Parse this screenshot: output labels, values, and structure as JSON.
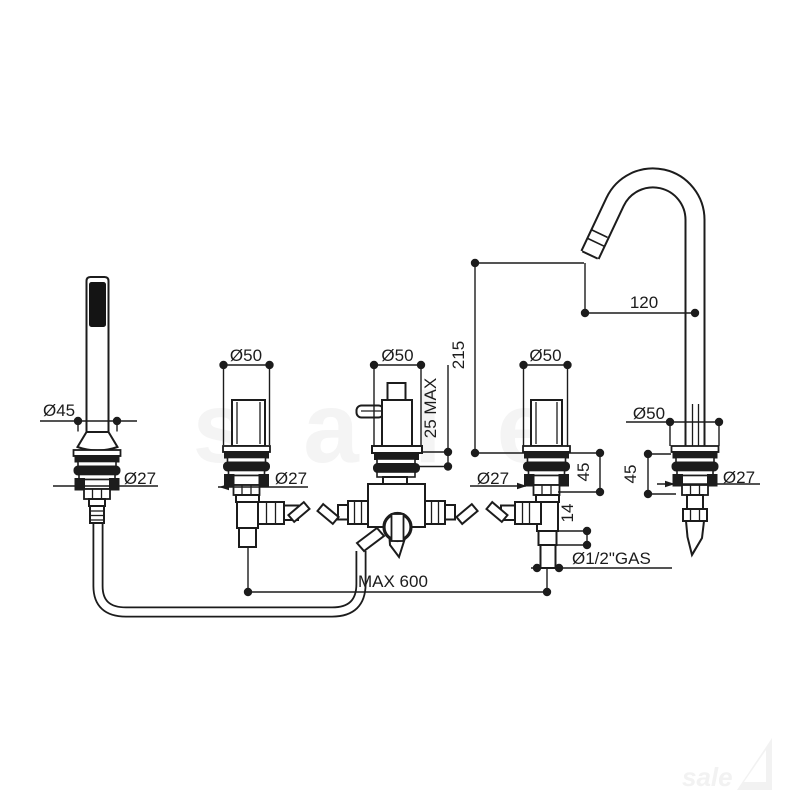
{
  "drawing": {
    "hand_shower": {
      "head_dia": "Ø45",
      "base_dia": "Ø27"
    },
    "left_valve": {
      "top_dia": "Ø50",
      "base_dia": "Ø27"
    },
    "diverter": {
      "top_dia": "Ø50",
      "deck_max": "25 MAX",
      "spout_height": "215"
    },
    "right_valve": {
      "top_dia": "Ø50",
      "base_dia": "Ø27",
      "under_deck": "45",
      "inlet_offset": "14",
      "thread": "Ø1/2\"GAS"
    },
    "spout": {
      "reach": "120",
      "flange_dia": "Ø50",
      "under_deck": "45",
      "base_dia": "Ø27"
    },
    "hose": {
      "max_length": "MAX 600"
    }
  },
  "watermark": {
    "text": "sale"
  }
}
